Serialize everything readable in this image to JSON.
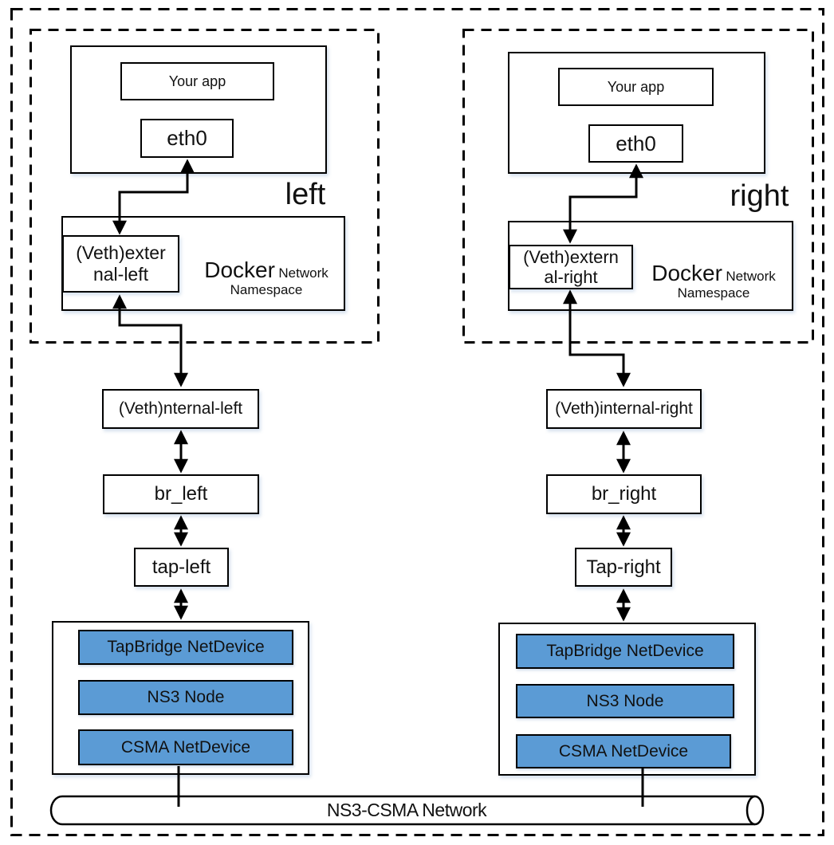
{
  "colors": {
    "bar_fill": "#5b9bd5",
    "outline": "#000000"
  },
  "left": {
    "container_label": "left",
    "app_label": "Your app",
    "eth_label": "eth0",
    "docker_word": "Docker",
    "docker_network": "Network",
    "docker_namespace": "Namespace",
    "veth_external_line1": "(Veth)exter",
    "veth_external_line2": "nal-left",
    "veth_internal": "(Veth)nternal-left",
    "bridge": "br_left",
    "tap": "tap-left",
    "ns3": {
      "tapbridge": "TapBridge NetDevice",
      "node": "NS3 Node",
      "csma": "CSMA NetDevice"
    }
  },
  "right": {
    "container_label": "right",
    "app_label": "Your app",
    "eth_label": "eth0",
    "docker_word": "Docker",
    "docker_network": "Network",
    "docker_namespace": "Namespace",
    "veth_external_line1": "(Veth)extern",
    "veth_external_line2": "al-right",
    "veth_internal": "(Veth)internal-right",
    "bridge": "br_right",
    "tap": "Tap-right",
    "ns3": {
      "tapbridge": "TapBridge NetDevice",
      "node": "NS3 Node",
      "csma": "CSMA NetDevice"
    }
  },
  "network": {
    "label": "NS3-CSMA Network"
  }
}
